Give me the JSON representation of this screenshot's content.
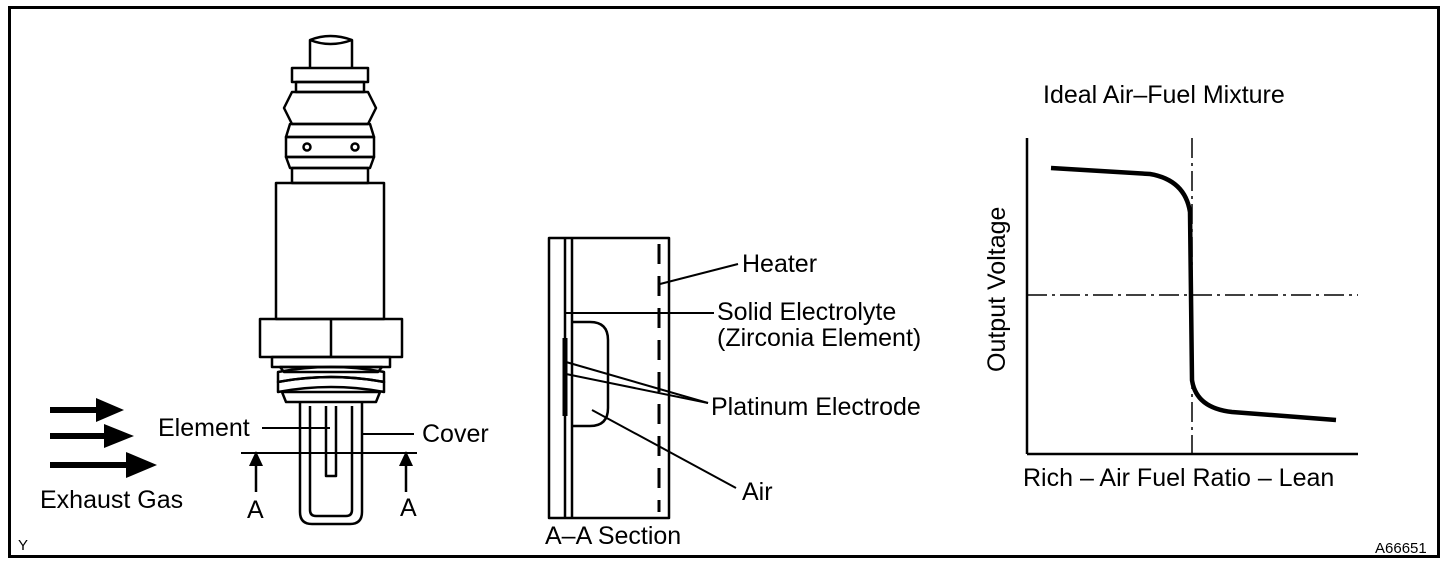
{
  "sensor": {
    "element_label": "Element",
    "cover_label": "Cover",
    "exhaust_label": "Exhaust Gas",
    "section_mark_left": "A",
    "section_mark_right": "A"
  },
  "section": {
    "heater_label": "Heater",
    "electrolyte_label_1": "Solid Electrolyte",
    "electrolyte_label_2": "(Zirconia Element)",
    "electrode_label": "Platinum Electrode",
    "air_label": "Air",
    "caption": "A–A Section"
  },
  "graph": {
    "title": "Ideal Air–Fuel Mixture",
    "ylabel": "Output Voltage",
    "xlabel": "Rich – Air Fuel Ratio – Lean"
  },
  "footer": {
    "corner_letter": "Y",
    "figure_code": "A66651"
  }
}
